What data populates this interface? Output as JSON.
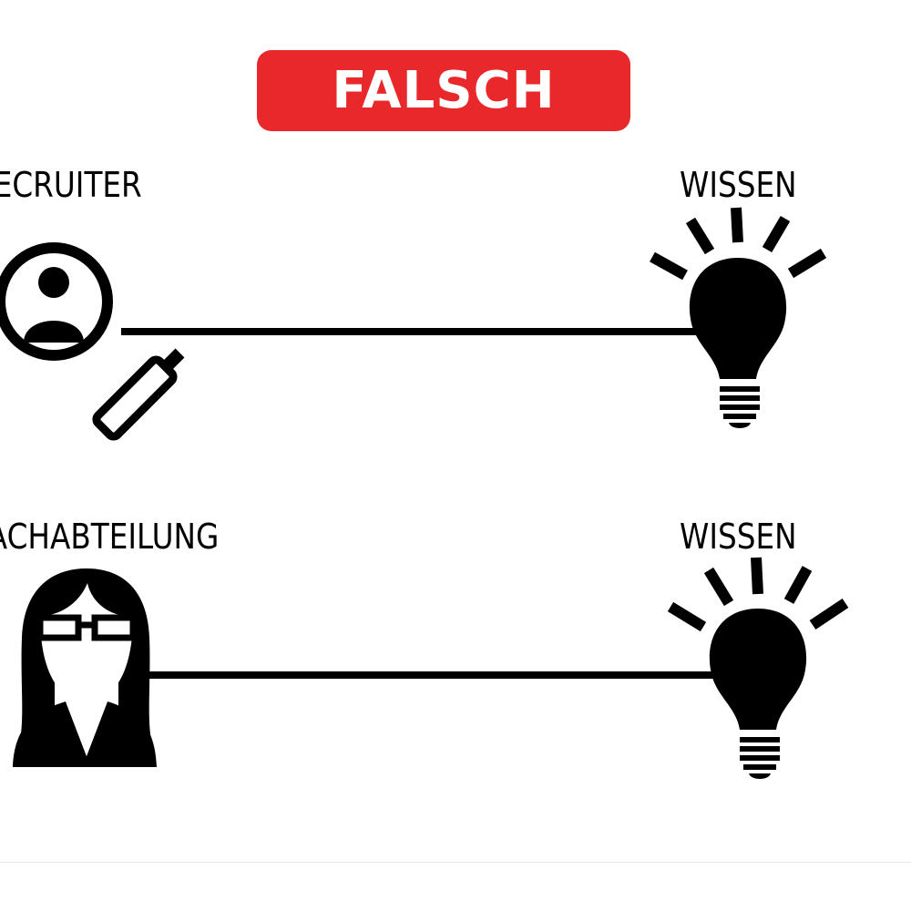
{
  "header": {
    "status_label": "FALSCH"
  },
  "rows": [
    {
      "left_label": "RECRUITER",
      "right_label": "WISSEN",
      "left_icon": "recruiter-magnifier-icon",
      "right_icon": "lightbulb-icon"
    },
    {
      "left_label": "FACHABTEILUNG",
      "right_label": "WISSEN",
      "left_icon": "woman-with-glasses-icon",
      "right_icon": "lightbulb-icon"
    }
  ],
  "colors": {
    "accent": "#e8282b",
    "ink": "#000000",
    "background": "#ffffff"
  }
}
